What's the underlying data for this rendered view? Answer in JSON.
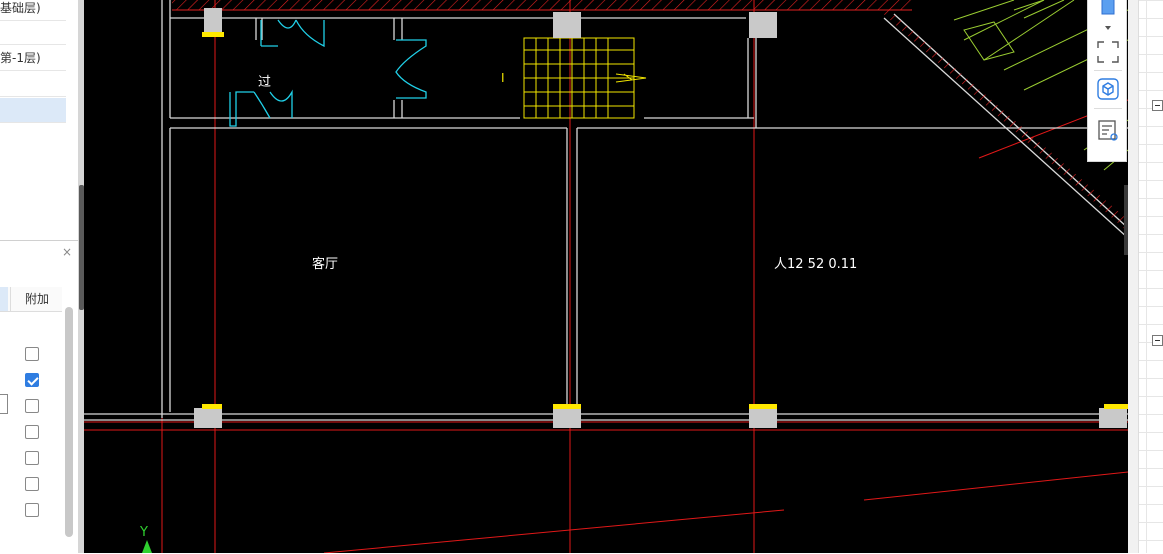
{
  "floor_list": {
    "items": [
      {
        "label": "基础层)",
        "selected": false
      },
      {
        "label": "",
        "selected": false
      },
      {
        "label": "第-1层)",
        "selected": false
      },
      {
        "label": "",
        "selected": false
      },
      {
        "label": "",
        "selected": true
      }
    ]
  },
  "properties_panel": {
    "close_symbol": "×",
    "column_header": "附加",
    "checkboxes": [
      false,
      true,
      false,
      false,
      false,
      false,
      false
    ]
  },
  "canvas": {
    "labels": {
      "room_left_small": "过",
      "room_left_large": "客厅",
      "room_right_large": "人12 52 0.11",
      "stair_mark": "I",
      "axis_y": "Y"
    },
    "colors": {
      "background": "#000000",
      "wall": "#d9d9d9",
      "axis": "#e01818",
      "door": "#20d0e8",
      "column": "#c9c9c9",
      "column_cap": "#ffe800",
      "stair": "#f2e600",
      "terrain": "#9acd32",
      "hatch": "#e02020"
    }
  },
  "toolbar": {
    "buttons": [
      {
        "icon": "cube-view-icon"
      },
      {
        "icon": "chevron-down-icon"
      },
      {
        "icon": "fullscreen-icon"
      },
      {
        "icon": "3d-box-icon"
      },
      {
        "icon": "view-settings-icon"
      }
    ]
  }
}
